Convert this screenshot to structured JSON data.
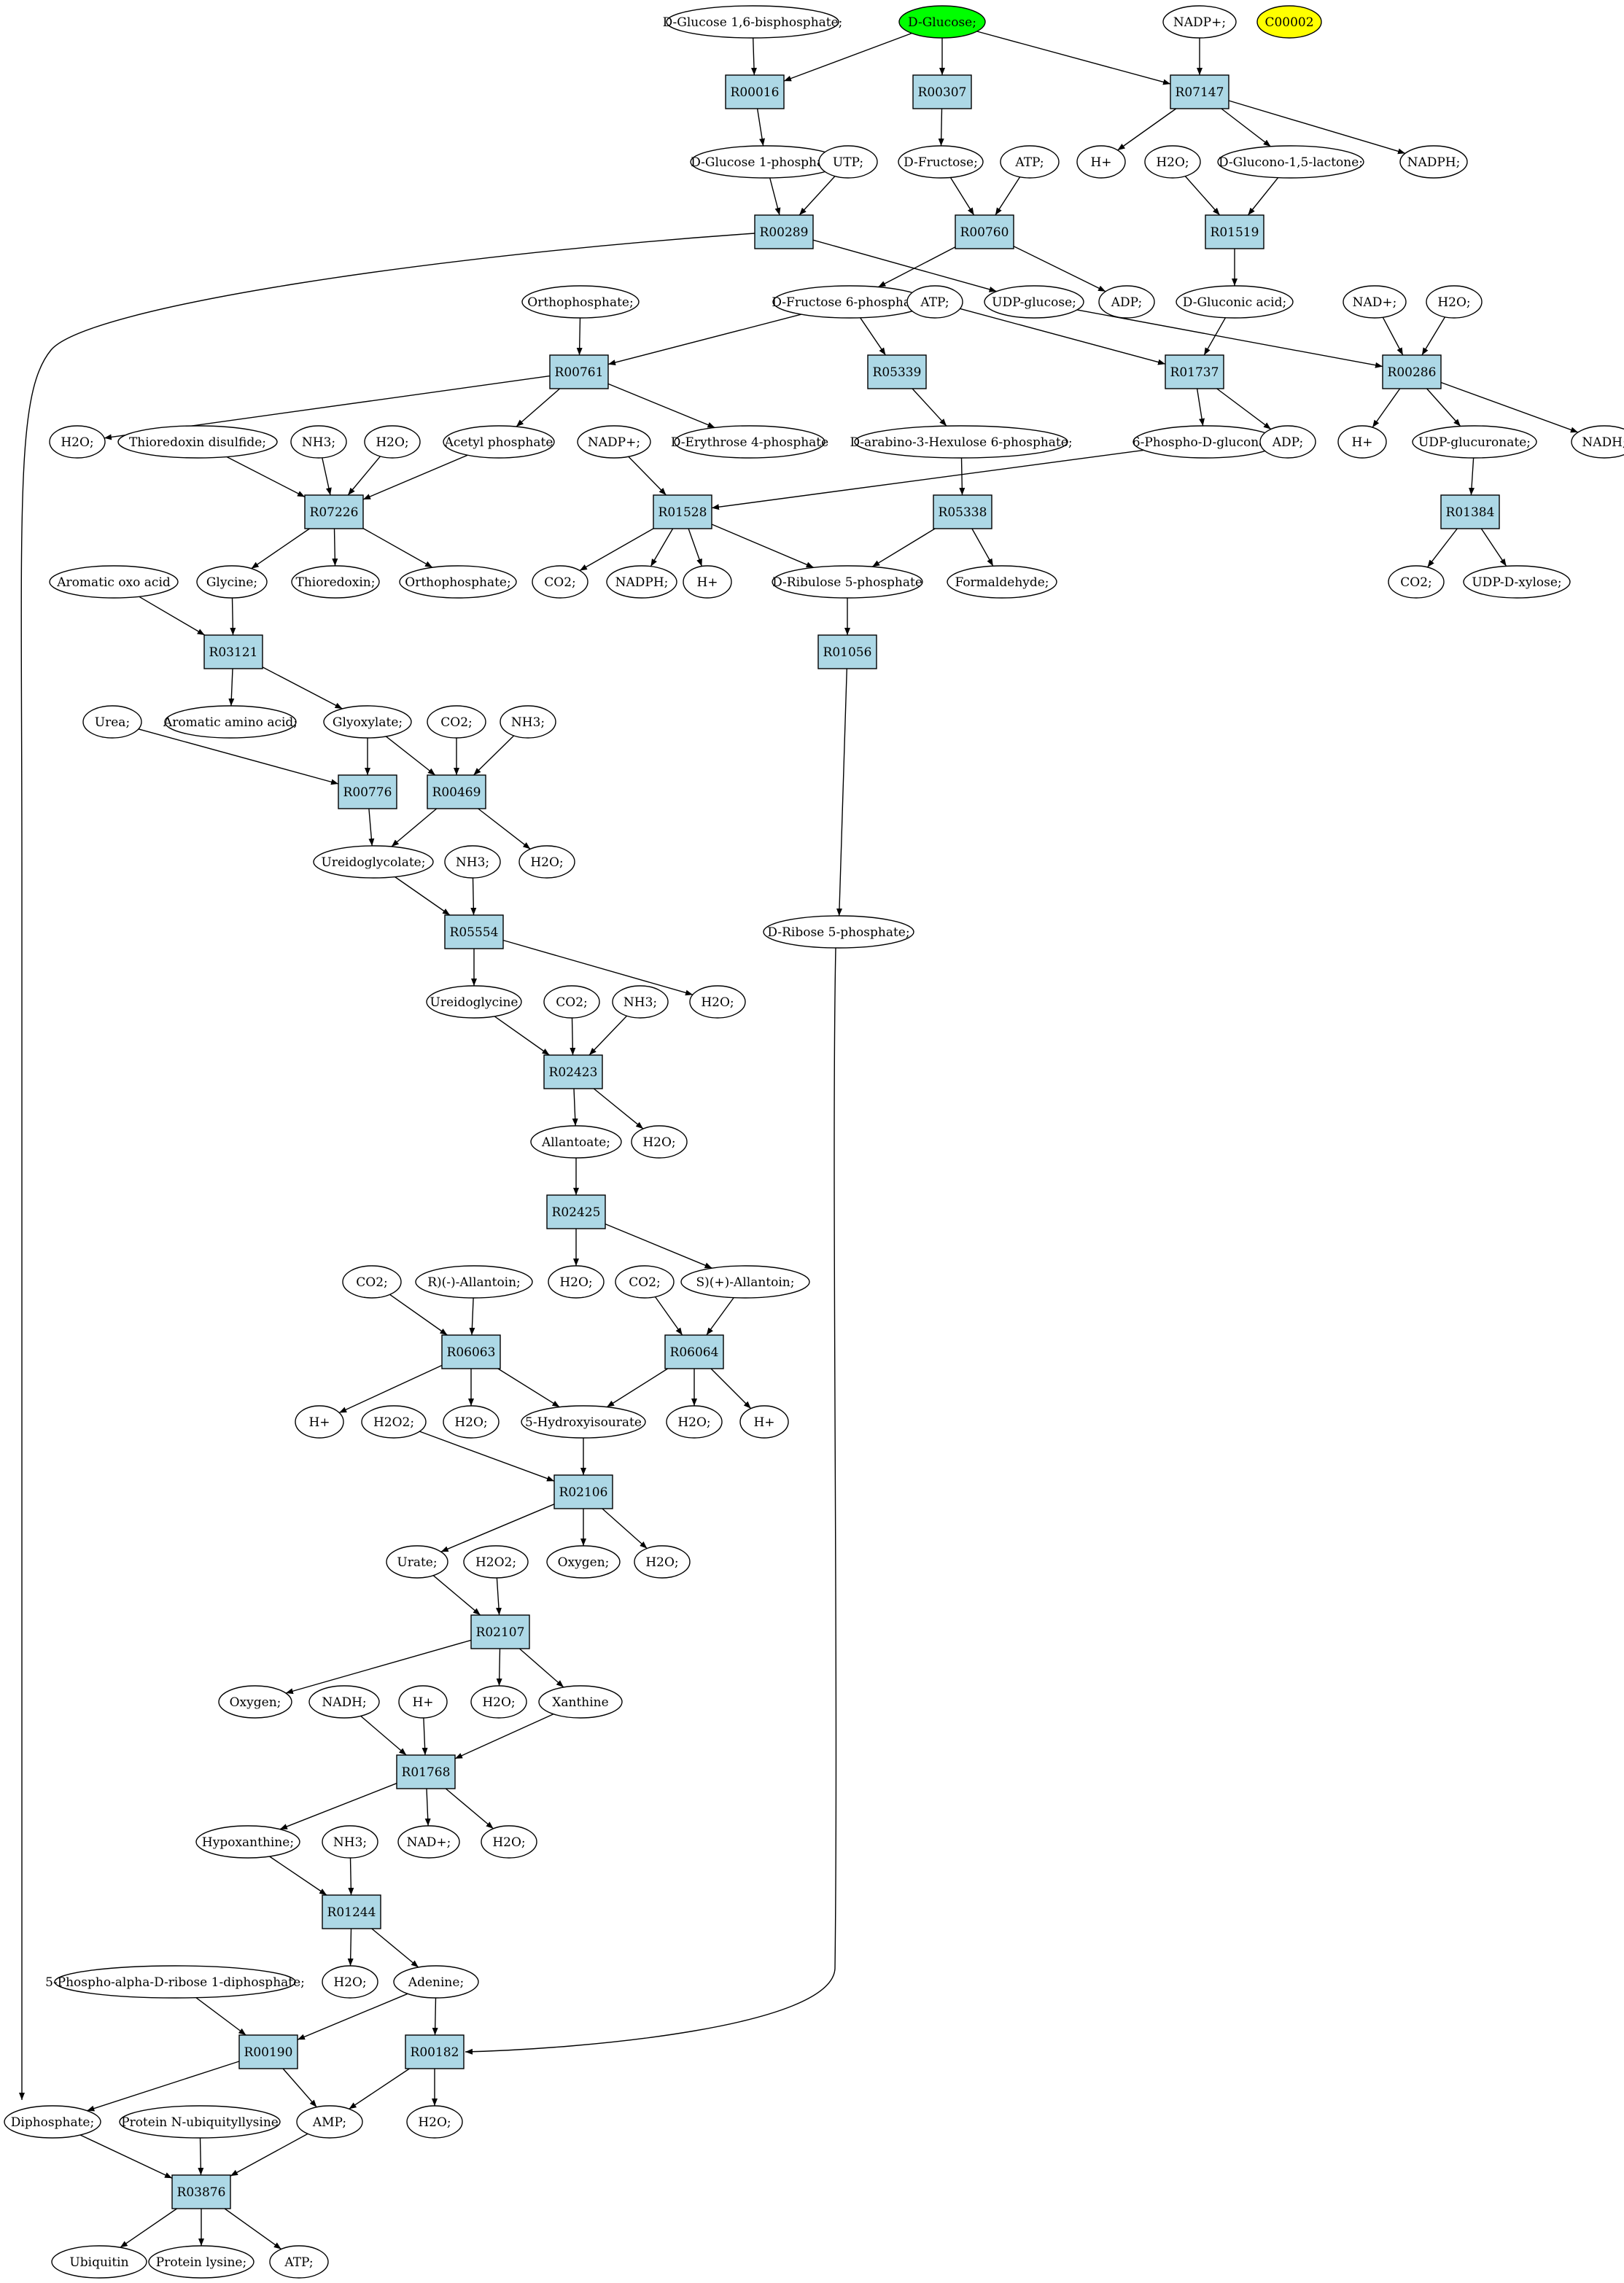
{
  "colors": {
    "reaction_fill": "#add8e6",
    "compound_fill": "#ffffff",
    "source_fill": "#00ff00",
    "highlight_fill": "#ffff00"
  },
  "nodes": {
    "c_g16bp": {
      "label": "D-Glucose 1,6-bisphosphate;",
      "type": "compound"
    },
    "c_glc": {
      "label": "D-Glucose;",
      "type": "compound",
      "fill": "source"
    },
    "c_nadp1": {
      "label": "NADP+;",
      "type": "compound"
    },
    "c_c00002": {
      "label": "C00002",
      "type": "compound",
      "fill": "highlight"
    },
    "r_R00016": {
      "label": "R00016",
      "type": "reaction"
    },
    "r_R00307": {
      "label": "R00307",
      "type": "reaction"
    },
    "r_R07147": {
      "label": "R07147",
      "type": "reaction"
    },
    "c_g1p": {
      "label": "D-Glucose 1-phosphate;",
      "type": "compound"
    },
    "c_utp": {
      "label": "UTP;",
      "type": "compound"
    },
    "c_fru": {
      "label": "D-Fructose;",
      "type": "compound"
    },
    "c_atp1": {
      "label": "ATP;",
      "type": "compound"
    },
    "c_h1": {
      "label": "H+",
      "type": "compound"
    },
    "c_h2o1": {
      "label": "H2O;",
      "type": "compound"
    },
    "c_gluclac": {
      "label": "D-Glucono-1,5-lactone;",
      "type": "compound"
    },
    "c_nadph1": {
      "label": "NADPH;",
      "type": "compound"
    },
    "r_R00289": {
      "label": "R00289",
      "type": "reaction"
    },
    "r_R00760": {
      "label": "R00760",
      "type": "reaction"
    },
    "r_R01519": {
      "label": "R01519",
      "type": "reaction"
    },
    "c_orthop1": {
      "label": "Orthophosphate;",
      "type": "compound"
    },
    "c_f6p": {
      "label": "D-Fructose 6-phosphate;",
      "type": "compound"
    },
    "c_atp2": {
      "label": "ATP;",
      "type": "compound"
    },
    "c_udpglc": {
      "label": "UDP-glucose;",
      "type": "compound"
    },
    "c_adp1": {
      "label": "ADP;",
      "type": "compound"
    },
    "c_glcn": {
      "label": "D-Gluconic acid;",
      "type": "compound"
    },
    "c_nad1": {
      "label": "NAD+;",
      "type": "compound"
    },
    "c_h2o2": {
      "label": "H2O;",
      "type": "compound"
    },
    "r_R00761": {
      "label": "R00761",
      "type": "reaction"
    },
    "r_R05339": {
      "label": "R05339",
      "type": "reaction"
    },
    "r_R01737": {
      "label": "R01737",
      "type": "reaction"
    },
    "r_R00286": {
      "label": "R00286",
      "type": "reaction"
    },
    "c_h2o3": {
      "label": "H2O;",
      "type": "compound"
    },
    "c_thiodis": {
      "label": "Thioredoxin disulfide;",
      "type": "compound"
    },
    "c_nh3a": {
      "label": "NH3;",
      "type": "compound"
    },
    "c_h2o4": {
      "label": "H2O;",
      "type": "compound"
    },
    "c_acp": {
      "label": "Acetyl phosphate",
      "type": "compound"
    },
    "c_e4p": {
      "label": "D-Erythrose 4-phosphate",
      "type": "compound"
    },
    "c_nadp2": {
      "label": "NADP+;",
      "type": "compound"
    },
    "c_ah6p": {
      "label": "D-arabino-3-Hexulose 6-phosphate;",
      "type": "compound"
    },
    "c_6pg": {
      "label": "6-Phospho-D-gluconate",
      "type": "compound"
    },
    "c_adp2": {
      "label": "ADP;",
      "type": "compound"
    },
    "c_h2": {
      "label": "H+",
      "type": "compound"
    },
    "c_udpglcua": {
      "label": "UDP-glucuronate;",
      "type": "compound"
    },
    "c_nadh1": {
      "label": "NADH;",
      "type": "compound"
    },
    "r_R07226": {
      "label": "R07226",
      "type": "reaction"
    },
    "r_R01528": {
      "label": "R01528",
      "type": "reaction"
    },
    "r_R05338": {
      "label": "R05338",
      "type": "reaction"
    },
    "r_R01384": {
      "label": "R01384",
      "type": "reaction"
    },
    "c_aroxo": {
      "label": "Aromatic oxo acid",
      "type": "compound"
    },
    "c_gly": {
      "label": "Glycine;",
      "type": "compound"
    },
    "c_thio": {
      "label": "Thioredoxin;",
      "type": "compound"
    },
    "c_orthop2": {
      "label": "Orthophosphate;",
      "type": "compound"
    },
    "c_co2a": {
      "label": "CO2;",
      "type": "compound"
    },
    "c_nadph2": {
      "label": "NADPH;",
      "type": "compound"
    },
    "c_h3": {
      "label": "H+",
      "type": "compound"
    },
    "c_ru5p": {
      "label": "D-Ribulose 5-phosphate",
      "type": "compound"
    },
    "c_hcho": {
      "label": "Formaldehyde;",
      "type": "compound"
    },
    "c_co2b": {
      "label": "CO2;",
      "type": "compound"
    },
    "c_udpxyl": {
      "label": "UDP-D-xylose;",
      "type": "compound"
    },
    "r_R03121": {
      "label": "R03121",
      "type": "reaction"
    },
    "r_R01056": {
      "label": "R01056",
      "type": "reaction"
    },
    "c_urea": {
      "label": "Urea;",
      "type": "compound"
    },
    "c_aroaa": {
      "label": "Aromatic amino acid;",
      "type": "compound"
    },
    "c_glyox": {
      "label": "Glyoxylate;",
      "type": "compound"
    },
    "c_co2c": {
      "label": "CO2;",
      "type": "compound"
    },
    "c_nh3b": {
      "label": "NH3;",
      "type": "compound"
    },
    "r_R00776": {
      "label": "R00776",
      "type": "reaction"
    },
    "r_R00469": {
      "label": "R00469",
      "type": "reaction"
    },
    "c_ureidogly": {
      "label": "Ureidoglycolate;",
      "type": "compound"
    },
    "c_nh3c": {
      "label": "NH3;",
      "type": "compound"
    },
    "c_h2o5": {
      "label": "H2O;",
      "type": "compound"
    },
    "r_R05554": {
      "label": "R05554",
      "type": "reaction"
    },
    "c_r5p": {
      "label": "D-Ribose 5-phosphate;",
      "type": "compound"
    },
    "c_ureidoglycine": {
      "label": "Ureidoglycine",
      "type": "compound"
    },
    "c_co2d": {
      "label": "CO2;",
      "type": "compound"
    },
    "c_nh3d": {
      "label": "NH3;",
      "type": "compound"
    },
    "c_h2o6": {
      "label": "H2O;",
      "type": "compound"
    },
    "r_R02423": {
      "label": "R02423",
      "type": "reaction"
    },
    "c_allantoate": {
      "label": "Allantoate;",
      "type": "compound"
    },
    "c_h2o7": {
      "label": "H2O;",
      "type": "compound"
    },
    "r_R02425": {
      "label": "R02425",
      "type": "reaction"
    },
    "c_h2o8": {
      "label": "H2O;",
      "type": "compound"
    },
    "c_co2e": {
      "label": "CO2;",
      "type": "compound"
    },
    "c_rallan": {
      "label": "R)(-)-Allantoin;",
      "type": "compound"
    },
    "c_co2f": {
      "label": "CO2;",
      "type": "compound"
    },
    "c_sallan": {
      "label": "S)(+)-Allantoin;",
      "type": "compound"
    },
    "r_R06063": {
      "label": "R06063",
      "type": "reaction"
    },
    "r_R06064": {
      "label": "R06064",
      "type": "reaction"
    },
    "c_h4": {
      "label": "H+",
      "type": "compound"
    },
    "c_h2o2a": {
      "label": "H2O2;",
      "type": "compound"
    },
    "c_h2o9": {
      "label": "H2O;",
      "type": "compound"
    },
    "c_5hiu": {
      "label": "5-Hydroxyisourate",
      "type": "compound"
    },
    "c_h2o10": {
      "label": "H2O;",
      "type": "compound"
    },
    "c_h5": {
      "label": "H+",
      "type": "compound"
    },
    "r_R02106": {
      "label": "R02106",
      "type": "reaction"
    },
    "c_urate": {
      "label": "Urate;",
      "type": "compound"
    },
    "c_h2o2b": {
      "label": "H2O2;",
      "type": "compound"
    },
    "c_oxy1": {
      "label": "Oxygen;",
      "type": "compound"
    },
    "c_h2o11": {
      "label": "H2O;",
      "type": "compound"
    },
    "r_R02107": {
      "label": "R02107",
      "type": "reaction"
    },
    "c_oxy2": {
      "label": "Oxygen;",
      "type": "compound"
    },
    "c_nadh2": {
      "label": "NADH;",
      "type": "compound"
    },
    "c_h6": {
      "label": "H+",
      "type": "compound"
    },
    "c_h2o12": {
      "label": "H2O;",
      "type": "compound"
    },
    "c_xan": {
      "label": "Xanthine",
      "type": "compound"
    },
    "r_R01768": {
      "label": "R01768",
      "type": "reaction"
    },
    "c_hypox": {
      "label": "Hypoxanthine;",
      "type": "compound"
    },
    "c_nh3e": {
      "label": "NH3;",
      "type": "compound"
    },
    "c_nad2": {
      "label": "NAD+;",
      "type": "compound"
    },
    "c_h2o13": {
      "label": "H2O;",
      "type": "compound"
    },
    "r_R01244": {
      "label": "R01244",
      "type": "reaction"
    },
    "c_h2o14": {
      "label": "H2O;",
      "type": "compound"
    },
    "c_adenine": {
      "label": "Adenine;",
      "type": "compound"
    },
    "c_prpp": {
      "label": "5-Phospho-alpha-D-ribose 1-diphosphate;",
      "type": "compound"
    },
    "r_R00190": {
      "label": "R00190",
      "type": "reaction"
    },
    "r_R00182": {
      "label": "R00182",
      "type": "reaction"
    },
    "c_pp": {
      "label": "Diphosphate;",
      "type": "compound"
    },
    "c_pnul": {
      "label": "Protein N-ubiquityllysine",
      "type": "compound"
    },
    "c_amp": {
      "label": "AMP;",
      "type": "compound"
    },
    "c_h2o15": {
      "label": "H2O;",
      "type": "compound"
    },
    "r_R03876": {
      "label": "R03876",
      "type": "reaction"
    },
    "c_ubq": {
      "label": "Ubiquitin",
      "type": "compound"
    },
    "c_plys": {
      "label": "Protein lysine;",
      "type": "compound"
    },
    "c_atp3": {
      "label": "ATP;",
      "type": "compound"
    }
  },
  "edges": [
    [
      "c_g16bp",
      "r_R00016"
    ],
    [
      "c_glc",
      "r_R00016"
    ],
    [
      "c_glc",
      "r_R00307"
    ],
    [
      "c_glc",
      "r_R07147"
    ],
    [
      "c_nadp1",
      "r_R07147"
    ],
    [
      "r_R00016",
      "c_g1p"
    ],
    [
      "r_R00307",
      "c_fru"
    ],
    [
      "r_R07147",
      "c_h1"
    ],
    [
      "r_R07147",
      "c_gluclac"
    ],
    [
      "r_R07147",
      "c_nadph1"
    ],
    [
      "c_g1p",
      "r_R00289"
    ],
    [
      "c_utp",
      "r_R00289"
    ],
    [
      "c_fru",
      "r_R00760"
    ],
    [
      "c_atp1",
      "r_R00760"
    ],
    [
      "c_h2o1",
      "r_R01519"
    ],
    [
      "c_gluclac",
      "r_R01519"
    ],
    [
      "r_R00289",
      "c_udpglc"
    ],
    [
      "r_R00289",
      "c_pp"
    ],
    [
      "r_R00760",
      "c_f6p"
    ],
    [
      "r_R00760",
      "c_adp1"
    ],
    [
      "r_R01519",
      "c_glcn"
    ],
    [
      "c_orthop1",
      "r_R00761"
    ],
    [
      "c_f6p",
      "r_R00761"
    ],
    [
      "c_f6p",
      "r_R05339"
    ],
    [
      "c_atp2",
      "r_R01737"
    ],
    [
      "c_glcn",
      "r_R01737"
    ],
    [
      "c_udpglc",
      "r_R00286"
    ],
    [
      "c_nad1",
      "r_R00286"
    ],
    [
      "c_h2o2",
      "r_R00286"
    ],
    [
      "r_R00761",
      "c_h2o3"
    ],
    [
      "r_R00761",
      "c_acp"
    ],
    [
      "r_R00761",
      "c_e4p"
    ],
    [
      "r_R05339",
      "c_ah6p"
    ],
    [
      "r_R01737",
      "c_6pg"
    ],
    [
      "r_R01737",
      "c_adp2"
    ],
    [
      "r_R00286",
      "c_h2"
    ],
    [
      "r_R00286",
      "c_udpglcua"
    ],
    [
      "r_R00286",
      "c_nadh1"
    ],
    [
      "c_thiodis",
      "r_R07226"
    ],
    [
      "c_nh3a",
      "r_R07226"
    ],
    [
      "c_h2o4",
      "r_R07226"
    ],
    [
      "c_acp",
      "r_R07226"
    ],
    [
      "c_nadp2",
      "r_R01528"
    ],
    [
      "c_6pg",
      "r_R01528"
    ],
    [
      "c_ah6p",
      "r_R05338"
    ],
    [
      "c_udpglcua",
      "r_R01384"
    ],
    [
      "r_R07226",
      "c_gly"
    ],
    [
      "r_R07226",
      "c_thio"
    ],
    [
      "r_R07226",
      "c_orthop2"
    ],
    [
      "r_R01528",
      "c_co2a"
    ],
    [
      "r_R01528",
      "c_nadph2"
    ],
    [
      "r_R01528",
      "c_h3"
    ],
    [
      "r_R01528",
      "c_ru5p"
    ],
    [
      "r_R05338",
      "c_ru5p"
    ],
    [
      "r_R05338",
      "c_hcho"
    ],
    [
      "r_R01384",
      "c_co2b"
    ],
    [
      "r_R01384",
      "c_udpxyl"
    ],
    [
      "c_aroxo",
      "r_R03121"
    ],
    [
      "c_gly",
      "r_R03121"
    ],
    [
      "c_ru5p",
      "r_R01056"
    ],
    [
      "r_R03121",
      "c_aroaa"
    ],
    [
      "r_R03121",
      "c_glyox"
    ],
    [
      "r_R01056",
      "c_r5p"
    ],
    [
      "c_urea",
      "r_R00776"
    ],
    [
      "c_glyox",
      "r_R00776"
    ],
    [
      "c_glyox",
      "r_R00469"
    ],
    [
      "c_co2c",
      "r_R00469"
    ],
    [
      "c_nh3b",
      "r_R00469"
    ],
    [
      "r_R00776",
      "c_ureidogly"
    ],
    [
      "r_R00469",
      "c_ureidogly"
    ],
    [
      "r_R00469",
      "c_h2o5"
    ],
    [
      "c_ureidogly",
      "r_R05554"
    ],
    [
      "c_nh3c",
      "r_R05554"
    ],
    [
      "r_R05554",
      "c_ureidoglycine"
    ],
    [
      "r_R05554",
      "c_h2o6"
    ],
    [
      "c_ureidoglycine",
      "r_R02423"
    ],
    [
      "c_co2d",
      "r_R02423"
    ],
    [
      "c_nh3d",
      "r_R02423"
    ],
    [
      "r_R02423",
      "c_allantoate"
    ],
    [
      "r_R02423",
      "c_h2o7"
    ],
    [
      "c_allantoate",
      "r_R02425"
    ],
    [
      "r_R02425",
      "c_h2o8"
    ],
    [
      "r_R02425",
      "c_sallan"
    ],
    [
      "c_co2e",
      "r_R06063"
    ],
    [
      "c_rallan",
      "r_R06063"
    ],
    [
      "c_co2f",
      "r_R06064"
    ],
    [
      "c_sallan",
      "r_R06064"
    ],
    [
      "r_R06063",
      "c_h4"
    ],
    [
      "r_R06063",
      "c_h2o9"
    ],
    [
      "r_R06063",
      "c_5hiu"
    ],
    [
      "r_R06064",
      "c_5hiu"
    ],
    [
      "r_R06064",
      "c_h2o10"
    ],
    [
      "r_R06064",
      "c_h5"
    ],
    [
      "c_h2o2a",
      "r_R02106"
    ],
    [
      "c_5hiu",
      "r_R02106"
    ],
    [
      "r_R02106",
      "c_urate"
    ],
    [
      "r_R02106",
      "c_oxy1"
    ],
    [
      "r_R02106",
      "c_h2o11"
    ],
    [
      "c_urate",
      "r_R02107"
    ],
    [
      "c_h2o2b",
      "r_R02107"
    ],
    [
      "r_R02107",
      "c_oxy2"
    ],
    [
      "r_R02107",
      "c_h2o12"
    ],
    [
      "r_R02107",
      "c_xan"
    ],
    [
      "c_nadh2",
      "r_R01768"
    ],
    [
      "c_h6",
      "r_R01768"
    ],
    [
      "c_xan",
      "r_R01768"
    ],
    [
      "r_R01768",
      "c_hypox"
    ],
    [
      "r_R01768",
      "c_nad2"
    ],
    [
      "r_R01768",
      "c_h2o13"
    ],
    [
      "c_hypox",
      "r_R01244"
    ],
    [
      "c_nh3e",
      "r_R01244"
    ],
    [
      "r_R01244",
      "c_h2o14"
    ],
    [
      "r_R01244",
      "c_adenine"
    ],
    [
      "c_prpp",
      "r_R00190"
    ],
    [
      "c_adenine",
      "r_R00190"
    ],
    [
      "c_adenine",
      "r_R00182"
    ],
    [
      "c_r5p",
      "r_R00182"
    ],
    [
      "r_R00190",
      "c_pp"
    ],
    [
      "r_R00190",
      "c_amp"
    ],
    [
      "r_R00182",
      "c_amp"
    ],
    [
      "r_R00182",
      "c_h2o15"
    ],
    [
      "c_pp",
      "r_R03876"
    ],
    [
      "c_pnul",
      "r_R03876"
    ],
    [
      "c_amp",
      "r_R03876"
    ],
    [
      "r_R03876",
      "c_ubq"
    ],
    [
      "r_R03876",
      "c_plys"
    ],
    [
      "r_R03876",
      "c_atp3"
    ]
  ]
}
